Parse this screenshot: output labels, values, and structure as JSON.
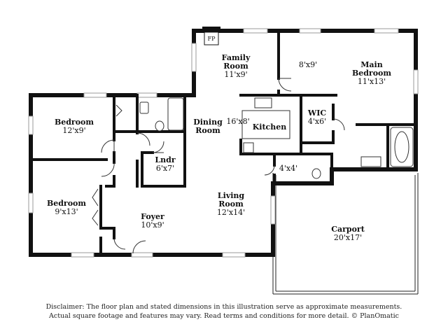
{
  "rooms": {
    "family_room": {
      "line1": "Family",
      "line2": "Room",
      "dim": "11'x9'"
    },
    "fp": {
      "label": "FP"
    },
    "closet_8x9": {
      "dim": "8'x9'"
    },
    "main_bedroom": {
      "line1": "Main",
      "line2": "Bedroom",
      "dim": "11'x13'"
    },
    "bedroom_1": {
      "label": "Bedroom",
      "dim": "12'x9'"
    },
    "bedroom_2": {
      "label": "Bedroom",
      "dim": "9'x13'"
    },
    "dining_room": {
      "line1": "Dining",
      "line2": "Room"
    },
    "kitchen": {
      "label": "Kitchen",
      "dim": "16'x8'"
    },
    "wic": {
      "label": "WIC",
      "dim": "4'x6'"
    },
    "laundry": {
      "label": "Lndr",
      "dim": "6'x7'"
    },
    "bath_small": {
      "dim": "4'x4'"
    },
    "foyer": {
      "label": "Foyer",
      "dim": "10'x9'"
    },
    "living_room": {
      "line1": "Living",
      "line2": "Room",
      "dim": "12'x14'"
    },
    "carport": {
      "label": "Carport",
      "dim": "20'x17'"
    }
  },
  "disclaimer": {
    "line1": "Disclaimer: The floor plan and stated dimensions in this illustration serve as approximate measurements.",
    "line2": "Actual square footage and features may vary. Read terms and conditions for more detail. © PlanOmatic"
  }
}
